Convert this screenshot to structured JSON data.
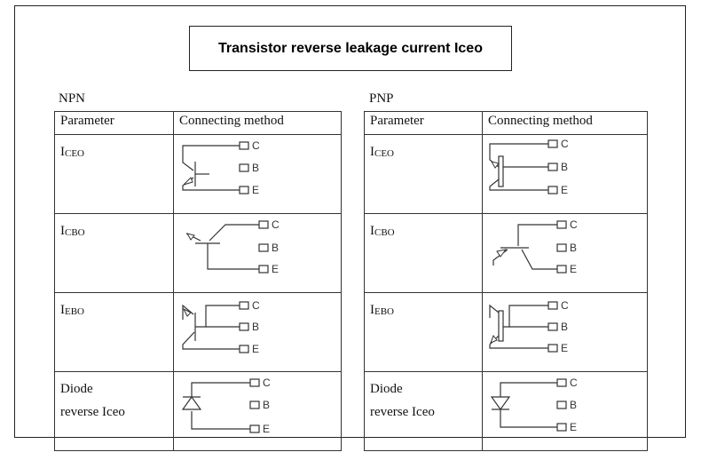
{
  "title": "Transistor reverse leakage current Iceo",
  "tables": {
    "npn": {
      "label": "NPN",
      "headers": [
        "Parameter",
        "Connecting method"
      ],
      "rows": [
        {
          "param_main": "I",
          "param_sub": "CEO",
          "c": "C",
          "b": "B",
          "e": "E"
        },
        {
          "param_main": "I",
          "param_sub": "CBO",
          "c": "C",
          "b": "B",
          "e": "E"
        },
        {
          "param_main": "I",
          "param_sub": "EBO",
          "c": "C",
          "b": "B",
          "e": "E"
        },
        {
          "param_line1": "Diode",
          "param_line2": "reverse Iceo",
          "c": "C",
          "b": "B",
          "e": "E"
        }
      ]
    },
    "pnp": {
      "label": "PNP",
      "headers": [
        "Parameter",
        "Connecting method"
      ],
      "rows": [
        {
          "param_main": "I",
          "param_sub": "CEO",
          "c": "C",
          "b": "B",
          "e": "E"
        },
        {
          "param_main": "I",
          "param_sub": "CBO",
          "c": "C",
          "b": "B",
          "e": "E"
        },
        {
          "param_main": "I",
          "param_sub": "EBO",
          "c": "C",
          "b": "B",
          "e": "E"
        },
        {
          "param_line1": "Diode",
          "param_line2": "reverse Iceo",
          "c": "C",
          "b": "B",
          "e": "E"
        }
      ]
    }
  },
  "colors": {
    "line": "#333333",
    "text": "#111111",
    "background": "#ffffff"
  }
}
